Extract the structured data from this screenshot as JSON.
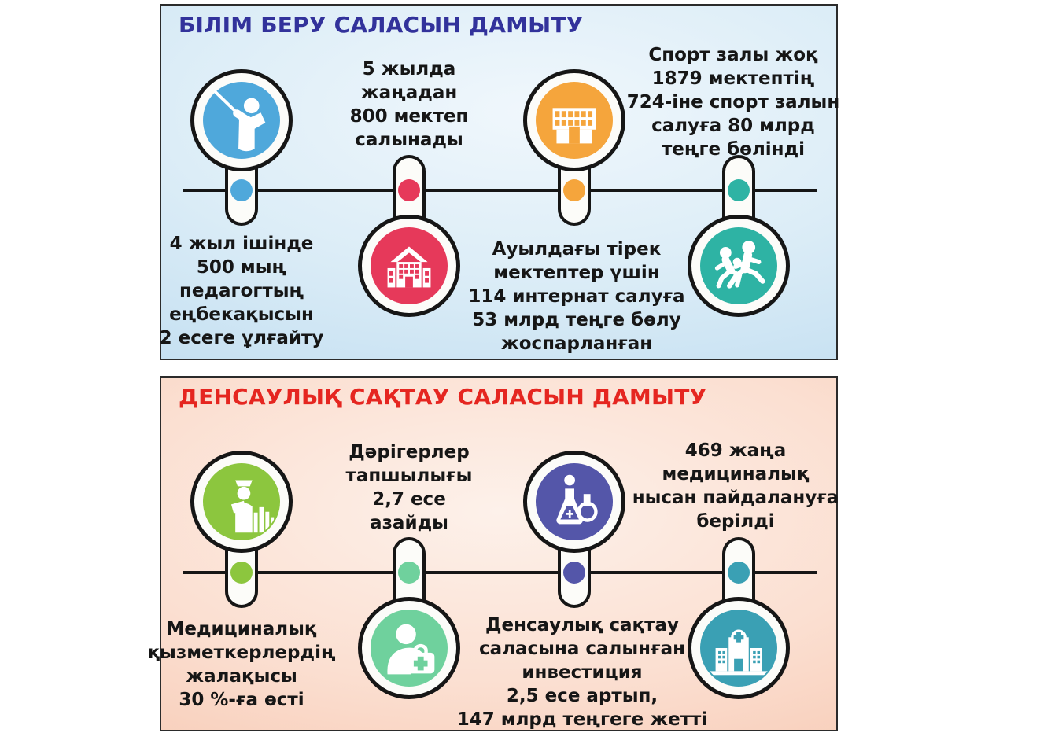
{
  "panels": [
    {
      "id": "education",
      "title": "БІЛІМ БЕРУ САЛАСЫН ДАМЫТУ",
      "title_color": "#32329B",
      "items": [
        {
          "icon": "teacher-pointer-icon",
          "color": "#4FA8DB",
          "position": "icon-above",
          "lines": [
            "4 жыл ішінде",
            "500 мың",
            "педагогтың",
            "еңбекақысын",
            "2 есеге ұлғайту"
          ]
        },
        {
          "icon": "school-building-icon",
          "color": "#E6395A",
          "position": "icon-below",
          "lines": [
            "5 жылда",
            "жаңадан",
            "800 мектеп",
            "салынады"
          ]
        },
        {
          "icon": "boarding-school-icon",
          "color": "#F5A53C",
          "position": "icon-above",
          "lines": [
            "Ауылдағы тірек",
            "мектептер үшін",
            "114 интернат салуға",
            "53 млрд теңге бөлу",
            "жоспарланған"
          ]
        },
        {
          "icon": "running-people-icon",
          "color": "#2EB3A4",
          "position": "icon-below",
          "lines": [
            "Спорт залы жоқ",
            "1879 мектептің",
            "724-іне спорт залын",
            "салуға 80 млрд",
            "теңге бөлінді"
          ]
        }
      ]
    },
    {
      "id": "healthcare",
      "title": "ДЕНСАУЛЫҚ САҚТАУ САЛАСЫН ДАМЫТУ",
      "title_color": "#E52620",
      "items": [
        {
          "icon": "nurse-icon",
          "color": "#8CC63E",
          "position": "icon-above",
          "lines": [
            "Медициналық",
            "қызметкерлердің",
            "жалақысы",
            "30 %-ға өсті"
          ]
        },
        {
          "icon": "doctor-bag-icon",
          "color": "#6FD19D",
          "position": "icon-below",
          "lines": [
            "Дәрігерлер",
            "тапшылығы",
            "2,7 есе",
            "азайды"
          ]
        },
        {
          "icon": "lab-flasks-icon",
          "color": "#5456A9",
          "position": "icon-above",
          "lines": [
            "Денсаулық сақтау",
            "саласына салынған",
            "инвестиция",
            "2,5 есе артып,",
            "147 млрд теңгеге жетті"
          ]
        },
        {
          "icon": "hospital-building-icon",
          "color": "#3AA0B4",
          "position": "icon-below",
          "lines": [
            "469 жаңа",
            "медициналық",
            "нысан пайдалануға",
            "берілді"
          ]
        }
      ]
    }
  ]
}
